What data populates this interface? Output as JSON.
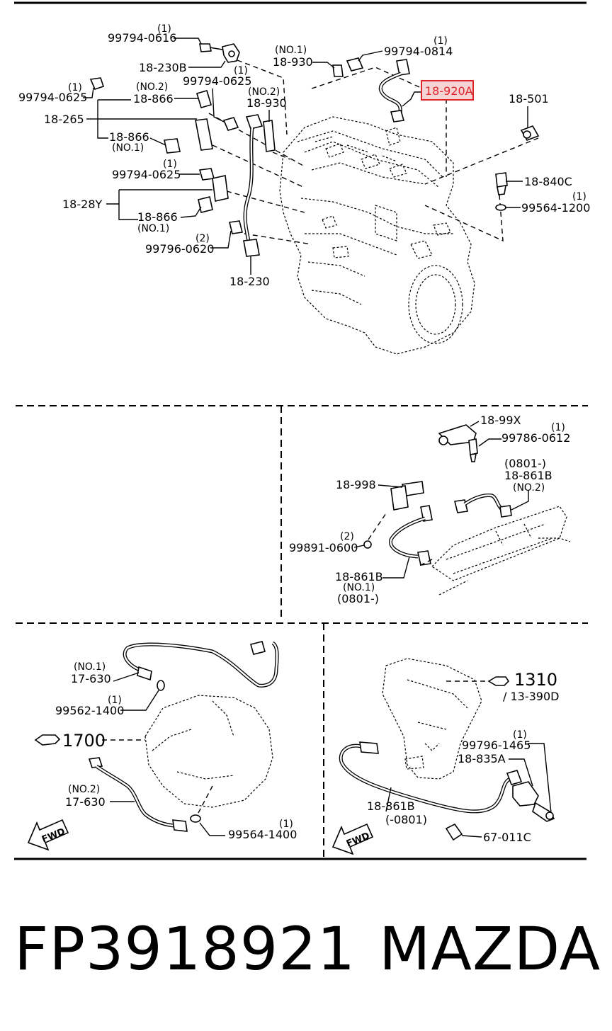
{
  "diagram": {
    "colors": {
      "highlight": "#e0252a",
      "highlight_fill": "#f6d4d4",
      "line": "#000000"
    },
    "callouts": [
      {
        "id": "q1",
        "text": "(1)"
      },
      {
        "id": "c1",
        "text": "99794-0616"
      },
      {
        "id": "c2",
        "text": "18-230B"
      },
      {
        "id": "q2",
        "text": "(1)"
      },
      {
        "id": "c3",
        "text": "99794-0625"
      },
      {
        "id": "q3",
        "text": "(1)"
      },
      {
        "id": "c4",
        "text": "99794-0625"
      },
      {
        "id": "n1",
        "text": "(NO.2)"
      },
      {
        "id": "c5",
        "text": "18-866"
      },
      {
        "id": "c6",
        "text": "18-265"
      },
      {
        "id": "c7",
        "text": "18-866"
      },
      {
        "id": "n2",
        "text": "(NO.1)"
      },
      {
        "id": "n3",
        "text": "(NO.1)"
      },
      {
        "id": "c8",
        "text": "18-930"
      },
      {
        "id": "n4",
        "text": "(NO.2)"
      },
      {
        "id": "c9",
        "text": "18-930"
      },
      {
        "id": "q4",
        "text": "(1)"
      },
      {
        "id": "c10",
        "text": "99794-0814"
      },
      {
        "id": "c11",
        "text": "18-920A"
      },
      {
        "id": "c12",
        "text": "18-501"
      },
      {
        "id": "c13",
        "text": "18-840C"
      },
      {
        "id": "q5",
        "text": "(1)"
      },
      {
        "id": "c14",
        "text": "99564-1200"
      },
      {
        "id": "q6",
        "text": "(1)"
      },
      {
        "id": "c15",
        "text": "99794-0625"
      },
      {
        "id": "c16",
        "text": "18-28Y"
      },
      {
        "id": "c17",
        "text": "18-866"
      },
      {
        "id": "n5",
        "text": "(NO.1)"
      },
      {
        "id": "q7",
        "text": "(2)"
      },
      {
        "id": "c18",
        "text": "99796-0620"
      },
      {
        "id": "c19",
        "text": "18-230"
      },
      {
        "id": "c20",
        "text": "18-99X"
      },
      {
        "id": "q8",
        "text": "(1)"
      },
      {
        "id": "c21",
        "text": "99786-0612"
      },
      {
        "id": "d1",
        "text": "(0801-)"
      },
      {
        "id": "c22",
        "text": "18-861B"
      },
      {
        "id": "n6",
        "text": "(NO.2)"
      },
      {
        "id": "c23",
        "text": "18-998"
      },
      {
        "id": "q9",
        "text": "(2)"
      },
      {
        "id": "c24",
        "text": "99891-0600"
      },
      {
        "id": "c25",
        "text": "18-861B"
      },
      {
        "id": "n7",
        "text": "(NO.1)"
      },
      {
        "id": "d2",
        "text": "(0801-)"
      },
      {
        "id": "n8",
        "text": "(NO.1)"
      },
      {
        "id": "c26",
        "text": "17-630"
      },
      {
        "id": "q10",
        "text": "(1)"
      },
      {
        "id": "c27",
        "text": "99562-1400"
      },
      {
        "id": "c28",
        "text": "1700"
      },
      {
        "id": "n9",
        "text": "(NO.2)"
      },
      {
        "id": "c29",
        "text": "17-630"
      },
      {
        "id": "q11",
        "text": "(1)"
      },
      {
        "id": "c30",
        "text": "99564-1400"
      },
      {
        "id": "f1",
        "text": "FWD"
      },
      {
        "id": "c31",
        "text": "1310"
      },
      {
        "id": "c32",
        "text": "/ 13-390D"
      },
      {
        "id": "q12",
        "text": "(1)"
      },
      {
        "id": "c33",
        "text": "99796-1465"
      },
      {
        "id": "c34",
        "text": "18-835A"
      },
      {
        "id": "c35",
        "text": "18-861B"
      },
      {
        "id": "d3",
        "text": "(-0801)"
      },
      {
        "id": "c36",
        "text": "67-011C"
      },
      {
        "id": "f2",
        "text": "FWD"
      }
    ]
  },
  "footer": {
    "part_number": "FP3918921",
    "brand": "MAZDA"
  }
}
